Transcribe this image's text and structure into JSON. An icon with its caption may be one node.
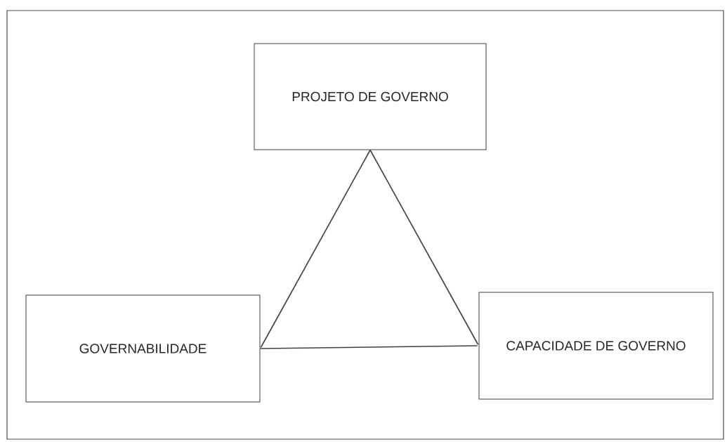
{
  "diagram": {
    "nodes": [
      {
        "text": [
          "PROJETO DE GOVERNO"
        ]
      },
      {
        "text": [
          "GOVERNABILIDADE"
        ]
      },
      {
        "text": [
          "CAPACIDADE DE GOVERNO"
        ]
      }
    ],
    "edges": [
      {
        "from": 0,
        "to": 1,
        "arrow": "none"
      },
      {
        "from": 0,
        "to": 2,
        "arrow": "none"
      },
      {
        "from": 1,
        "to": 2,
        "arrow": "none"
      }
    ]
  }
}
